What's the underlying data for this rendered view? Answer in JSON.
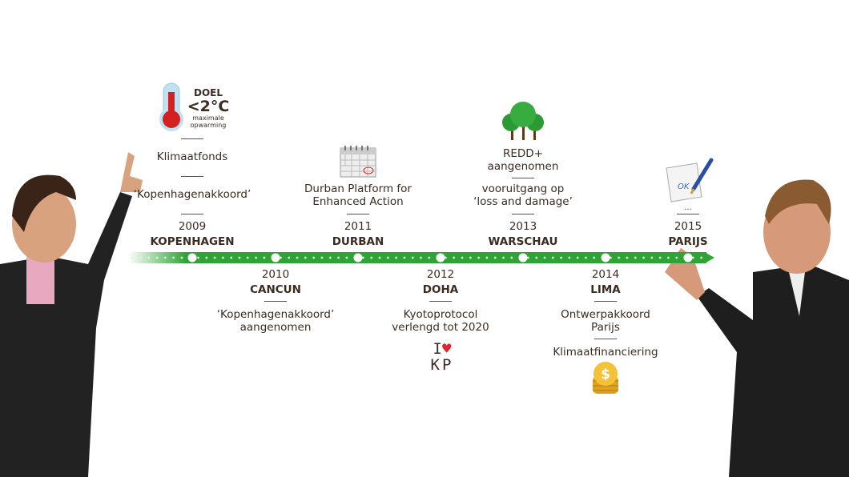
{
  "goal": {
    "label": "DOEL",
    "value": "<2°C",
    "sub1": "maximale",
    "sub2": "opwarming"
  },
  "events": [
    {
      "year": "2009",
      "city": "KOPENHAGEN",
      "notes": [
        "‘Kopenhagenakkoord’",
        "Klimaatfonds"
      ],
      "icon": "thermometer-icon"
    },
    {
      "year": "2010",
      "city": "CANCUN",
      "notes": [
        "‘Kopenhagenakkoord’",
        "aangenomen"
      ]
    },
    {
      "year": "2011",
      "city": "DURBAN",
      "notes": [
        "Durban Platform for",
        "Enhanced Action"
      ],
      "icon": "calendar-icon"
    },
    {
      "year": "2012",
      "city": "DOHA",
      "notes": [
        "Kyotoprotocol",
        "verlengd tot 2020"
      ],
      "icon": "i-love-kp-icon",
      "badge": [
        "I",
        "KP"
      ]
    },
    {
      "year": "2013",
      "city": "WARSCHAU",
      "notes": [
        "vooruitgang op",
        "‘loss and damage’",
        "REDD+",
        "aangenomen"
      ],
      "icon": "trees-icon"
    },
    {
      "year": "2014",
      "city": "LIMA",
      "notes": [
        "Ontwerpakkoord",
        "Parijs",
        "Klimaatfinanciering"
      ],
      "icon": "coins-icon"
    },
    {
      "year": "2015",
      "city": "PARIJS",
      "notes": [
        "..."
      ],
      "icon": "signing-document-icon"
    }
  ],
  "colors": {
    "timeline": "#2fa336",
    "text": "#3b2b22",
    "heart": "#e0242a"
  }
}
